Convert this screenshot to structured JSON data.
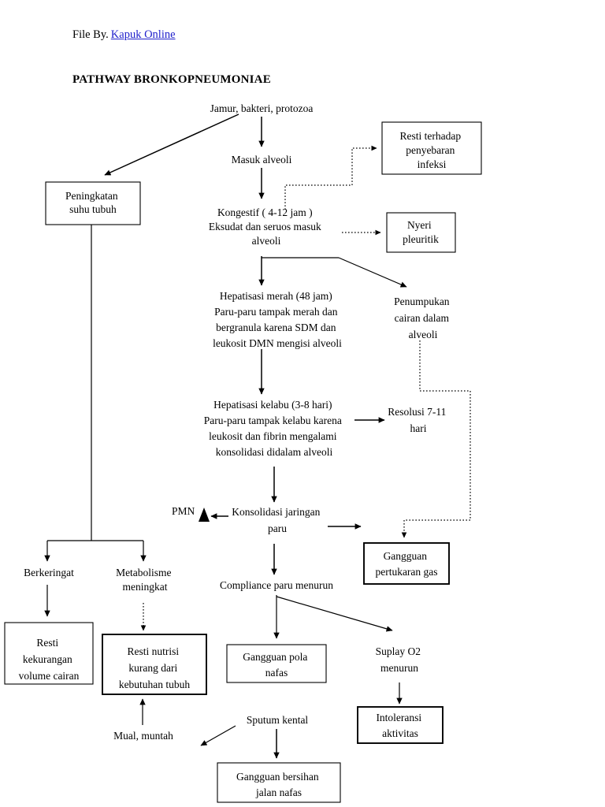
{
  "header": {
    "file_by_label": "File By.",
    "file_by_link": "Kapuk Online",
    "link_color": "#2222cc",
    "title": "PATHWAY BRONKOPNEUMONIAE"
  },
  "diagram": {
    "type": "flowchart",
    "orientation": "top-to-bottom",
    "nodes": {
      "jamur": {
        "label_lines": [
          "Jamur, bakteri, protozoa"
        ],
        "shape": "text"
      },
      "masuk_alveoli": {
        "label_lines": [
          "Masuk alveoli"
        ],
        "shape": "text"
      },
      "peningkatan_suhu": {
        "label_lines": [
          "Peningkatan",
          "suhu tubuh"
        ],
        "shape": "box"
      },
      "resti_penyebaran": {
        "label_lines": [
          "Resti terhadap",
          "penyebaran",
          "infeksi"
        ],
        "shape": "box"
      },
      "kongestif": {
        "label_lines": [
          "Kongestif ( 4-12 jam )",
          "Eksudat dan seruos masuk",
          "alveoli"
        ],
        "shape": "text"
      },
      "nyeri_pleuritik": {
        "label_lines": [
          "Nyeri",
          "pleuritik"
        ],
        "shape": "box"
      },
      "hepatisasi_merah": {
        "label_lines": [
          "Hepatisasi merah (48 jam)",
          "Paru-paru tampak merah dan",
          "bergranula karena SDM dan",
          "leukosit DMN mengisi alveoli"
        ],
        "shape": "text"
      },
      "penumpukan_cairan": {
        "label_lines": [
          "Penumpukan",
          "cairan dalam",
          "alveoli"
        ],
        "shape": "text"
      },
      "hepatisasi_kelabu": {
        "label_lines": [
          "Hepatisasi kelabu (3-8 hari)",
          "Paru-paru tampak kelabu karena",
          "leukosit dan fibrin mengalami",
          "konsolidasi didalam alveoli"
        ],
        "shape": "text"
      },
      "resolusi": {
        "label_lines": [
          "Resolusi 7-11",
          "hari"
        ],
        "shape": "text"
      },
      "pmn": {
        "label_lines": [
          "PMN"
        ],
        "shape": "text"
      },
      "konsolidasi": {
        "label_lines": [
          "Konsolidasi jaringan",
          "paru"
        ],
        "shape": "text"
      },
      "gangguan_pertukaran": {
        "label_lines": [
          "Gangguan",
          "pertukaran gas"
        ],
        "shape": "box"
      },
      "berkeringat": {
        "label_lines": [
          "Berkeringat"
        ],
        "shape": "text"
      },
      "metabolisme": {
        "label_lines": [
          "Metabolisme",
          "meningkat"
        ],
        "shape": "text"
      },
      "compliance": {
        "label_lines": [
          "Compliance paru menurun"
        ],
        "shape": "text"
      },
      "resti_kekurangan": {
        "label_lines": [
          "Resti",
          "kekurangan",
          "volume cairan"
        ],
        "shape": "box"
      },
      "resti_nutrisi": {
        "label_lines": [
          "Resti nutrisi",
          "kurang dari",
          "kebutuhan tubuh"
        ],
        "shape": "box"
      },
      "gangguan_pola_nafas": {
        "label_lines": [
          "Gangguan pola",
          "nafas"
        ],
        "shape": "box"
      },
      "suplay_o2": {
        "label_lines": [
          "Suplay O2",
          "menurun"
        ],
        "shape": "text"
      },
      "intoleransi": {
        "label_lines": [
          "Intoleransi",
          "aktivitas"
        ],
        "shape": "box"
      },
      "mual_muntah": {
        "label_lines": [
          "Mual, muntah"
        ],
        "shape": "text"
      },
      "sputum_kental": {
        "label_lines": [
          "Sputum kental"
        ],
        "shape": "text"
      },
      "gangguan_bersihan": {
        "label_lines": [
          "Gangguan bersihan",
          "jalan nafas"
        ],
        "shape": "box"
      }
    },
    "edges": [
      {
        "from": "jamur",
        "to": "peningkatan_suhu",
        "style": "solid"
      },
      {
        "from": "jamur",
        "to": "masuk_alveoli",
        "style": "solid"
      },
      {
        "from": "masuk_alveoli",
        "to": "kongestif",
        "style": "solid"
      },
      {
        "from": "masuk_alveoli",
        "to": "resti_penyebaran",
        "style": "dotted"
      },
      {
        "from": "kongestif",
        "to": "nyeri_pleuritik",
        "style": "dotted"
      },
      {
        "from": "kongestif",
        "to": "hepatisasi_merah",
        "style": "solid"
      },
      {
        "from": "kongestif",
        "to": "penumpukan_cairan",
        "style": "solid"
      },
      {
        "from": "hepatisasi_merah",
        "to": "hepatisasi_kelabu",
        "style": "solid"
      },
      {
        "from": "hepatisasi_kelabu",
        "to": "resolusi",
        "style": "solid"
      },
      {
        "from": "hepatisasi_kelabu",
        "to": "konsolidasi",
        "style": "solid"
      },
      {
        "from": "penumpukan_cairan",
        "to": "gangguan_pertukaran",
        "style": "dotted"
      },
      {
        "from": "konsolidasi",
        "to": "pmn",
        "style": "solid"
      },
      {
        "from": "konsolidasi",
        "to": "gangguan_pertukaran",
        "style": "solid"
      },
      {
        "from": "konsolidasi",
        "to": "compliance",
        "style": "solid"
      },
      {
        "from": "peningkatan_suhu",
        "to": "berkeringat",
        "style": "solid"
      },
      {
        "from": "peningkatan_suhu",
        "to": "metabolisme",
        "style": "solid"
      },
      {
        "from": "berkeringat",
        "to": "resti_kekurangan",
        "style": "solid"
      },
      {
        "from": "metabolisme",
        "to": "resti_nutrisi",
        "style": "dotted"
      },
      {
        "from": "compliance",
        "to": "gangguan_pola_nafas",
        "style": "solid"
      },
      {
        "from": "compliance",
        "to": "suplay_o2",
        "style": "solid"
      },
      {
        "from": "suplay_o2",
        "to": "intoleransi",
        "style": "solid"
      },
      {
        "from": "mual_muntah",
        "to": "resti_nutrisi",
        "style": "solid"
      },
      {
        "from": "sputum_kental",
        "to": "mual_muntah",
        "style": "solid"
      },
      {
        "from": "sputum_kental",
        "to": "gangguan_bersihan",
        "style": "solid"
      }
    ]
  }
}
